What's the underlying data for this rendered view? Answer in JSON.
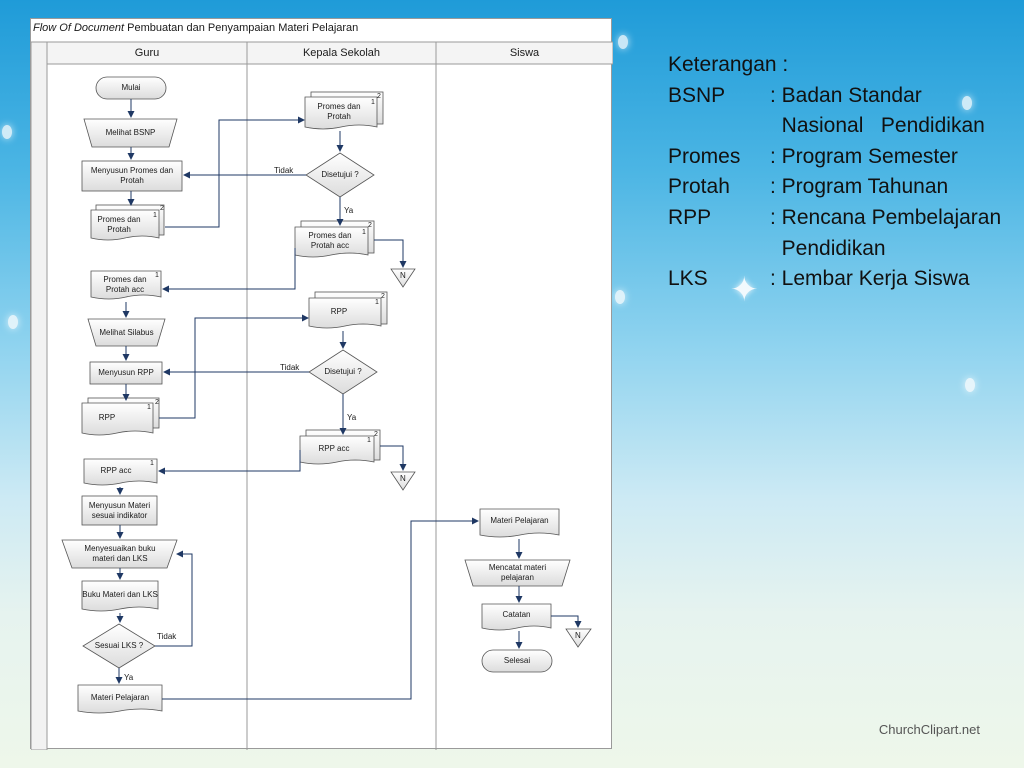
{
  "diagram": {
    "title_italic": "Flow Of Document",
    "title_rest": " Pembuatan dan Penyampaian Materi Pelajaran",
    "lanes": [
      "Guru",
      "Kepala Sekolah",
      "Siswa"
    ],
    "nodes": {
      "mulai": "Mulai",
      "melihat_bsnp": "Melihat BSNP",
      "menyusun_promes": "Menyusun Promes dan Protah",
      "promes_protah_doc": "Promes dan Protah",
      "promes_protah_acc_guru": "Promes dan Protah acc",
      "melihat_silabus": "Melihat Silabus",
      "menyusun_rpp": "Menyusun RPP",
      "rpp_doc": "RPP",
      "rpp_acc_guru": "RPP acc",
      "menyusun_materi": "Menyusun Materi sesuai indikator",
      "menyesuaikan": "Menyesuaikan buku materi dan LKS",
      "buku_materi": "Buku Materi dan LKS",
      "sesuai_lks": "Sesuai LKS ?",
      "materi_pelajaran_guru": "Materi Pelajaran",
      "kepsek_promes": "Promes dan Protah",
      "disetujui1": "Disetujui ?",
      "kepsek_promes_acc": "Promes dan Protah acc",
      "kepsek_rpp": "RPP",
      "disetujui2": "Disetujui ?",
      "kepsek_rpp_acc": "RPP acc",
      "siswa_materi": "Materi Pelajaran",
      "mencatat": "Mencatat materi pelajaran",
      "catatan": "Catatan",
      "selesai": "Selesai"
    },
    "edge_labels": {
      "tidak": "Tidak",
      "ya": "Ya",
      "n": "N",
      "one": "1",
      "two": "2"
    }
  },
  "legend": {
    "heading": "Keterangan :",
    "rows": [
      {
        "key": "BSNP",
        "value": ": Badan Standar"
      },
      {
        "key": "",
        "value": "  Nasional   Pendidikan"
      },
      {
        "key": "Promes",
        "value": ": Program Semester"
      },
      {
        "key": "Protah",
        "value": ": Program Tahunan"
      },
      {
        "key": "RPP",
        "value": ": Rencana Pembelajaran"
      },
      {
        "key": "",
        "value": "  Pendidikan"
      },
      {
        "key": "LKS",
        "value": ": Lembar Kerja Siswa"
      }
    ]
  },
  "watermark": "ChurchClipart.net",
  "colors": {
    "background_top": "#1f9bd8",
    "background_bottom": "#eef7ea",
    "shape_fill": "#e6e6e6",
    "line": "#1f3864"
  }
}
